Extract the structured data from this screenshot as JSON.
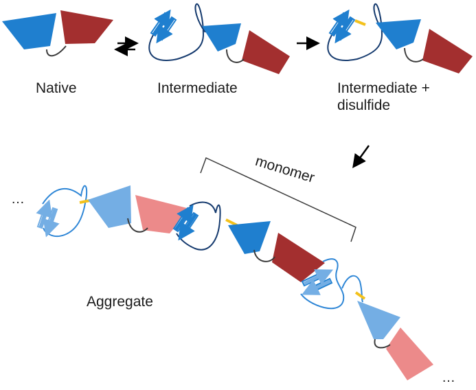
{
  "labels": {
    "native": "Native",
    "intermediate": "Intermediate",
    "intermediate_disulfide": "Intermediate +\ndisulfide",
    "aggregate": "Aggregate",
    "monomer": "monomer"
  },
  "ellipsis": "…",
  "colors": {
    "blue": "#1f7fcf",
    "red": "#a32f2f",
    "light_blue": "#74aee4",
    "light_red": "#ec8a8a",
    "loop_dark": "#153a6e",
    "loop_light": "#2e86d6",
    "linker": "#3a3a3a",
    "disulfide": "#f3c11b",
    "arrow": "#000000"
  },
  "icons": [
    "equilibrium-arrows-icon",
    "forward-arrow-icon",
    "down-arrow-icon",
    "bracket-icon"
  ]
}
